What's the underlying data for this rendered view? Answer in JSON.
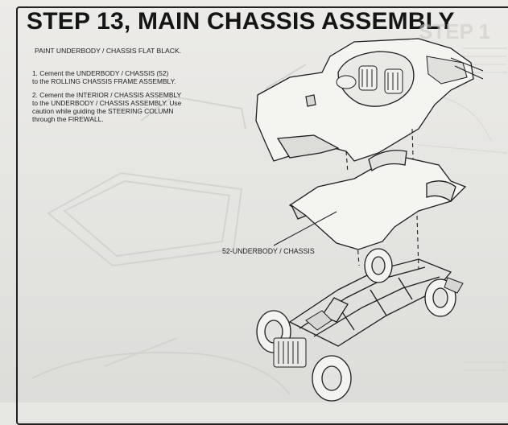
{
  "page": {
    "title": "STEP 13, MAIN CHASSIS ASSEMBLY",
    "paint_note": "PAINT UNDERBODY / CHASSIS FLAT BLACK."
  },
  "steps": [
    {
      "lines": [
        "1.  Cement the UNDERBODY / CHASSIS (52)",
        "to the ROLLING CHASSIS FRAME ASSEMBLY."
      ]
    },
    {
      "lines": [
        "2.  Cement the INTERIOR / CHASSIS ASSEMBLY",
        "to the UNDERBODY / CHASSIS ASSEMBLY.  Use",
        "caution while guiding the STEERING COLUMN",
        "through the FIREWALL."
      ]
    }
  ],
  "callouts": {
    "underbody": "52-UNDERBODY / CHASSIS"
  },
  "show_through": {
    "right_title": "STEP 1"
  }
}
